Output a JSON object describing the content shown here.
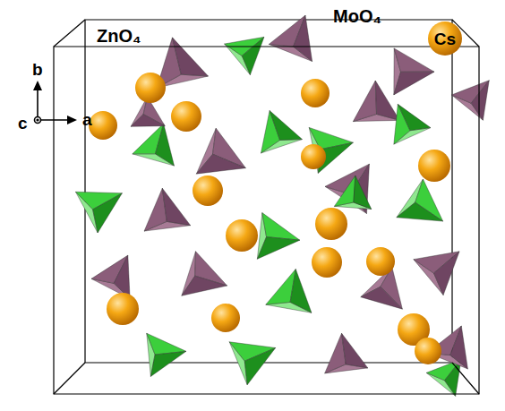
{
  "diagram": {
    "nodes": [
      {
        "text": [
          "Cs"
        ]
      }
    ],
    "labels": [
      "ZnO₄",
      "MoO₄",
      "b",
      "c",
      "a"
    ]
  }
}
